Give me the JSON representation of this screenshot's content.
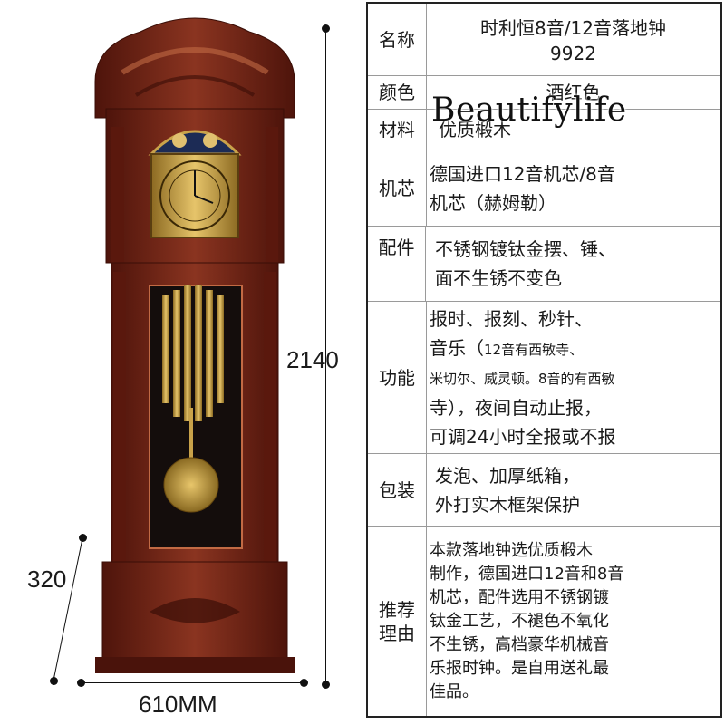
{
  "dimensions": {
    "height": "2140",
    "depth": "320",
    "width": "610MM"
  },
  "watermark": "Beautifylife",
  "spec": {
    "name_label": "名称",
    "name_line1": "时利恒8音/12音落地钟",
    "name_line2": "9922",
    "color_label": "颜色",
    "color_value": "酒红色",
    "material_label": "材料",
    "material_value": "优质椴木",
    "movement_label": "机芯",
    "movement_line1": "德国进口12音机芯/8音",
    "movement_line2": "机芯（赫姆勒）",
    "parts_label": "配件",
    "parts_line1": "不锈钢镀钛金摆、锤、",
    "parts_line2": "面不生锈不变色",
    "function_label": "功能",
    "function_line1": "报时、报刻、秒针、",
    "function_line2a": "音乐（",
    "function_line2b": "12音有西敏寺、",
    "function_line3": "米切尔、威灵顿。8音的有西敏",
    "function_line4": "寺），夜间自动止报，",
    "function_line5": "可调24小时全报或不报",
    "package_label": "包装",
    "package_line1": "发泡、加厚纸箱，",
    "package_line2": "外打实木框架保护",
    "reason_label": "推荐理由",
    "reason_lines": [
      "本款落地钟选优质椴木",
      "制作，德国进口12音和8音",
      "机芯，配件选用不锈钢镀",
      "钛金工艺，不褪色不氧化",
      "不生锈，高档豪华机械音",
      "乐报时钟。是自用送礼最",
      "佳品。"
    ]
  },
  "colors": {
    "wood": "#7a2a1a",
    "wood_dark": "#4a130b",
    "brass": "#c9a24a"
  }
}
